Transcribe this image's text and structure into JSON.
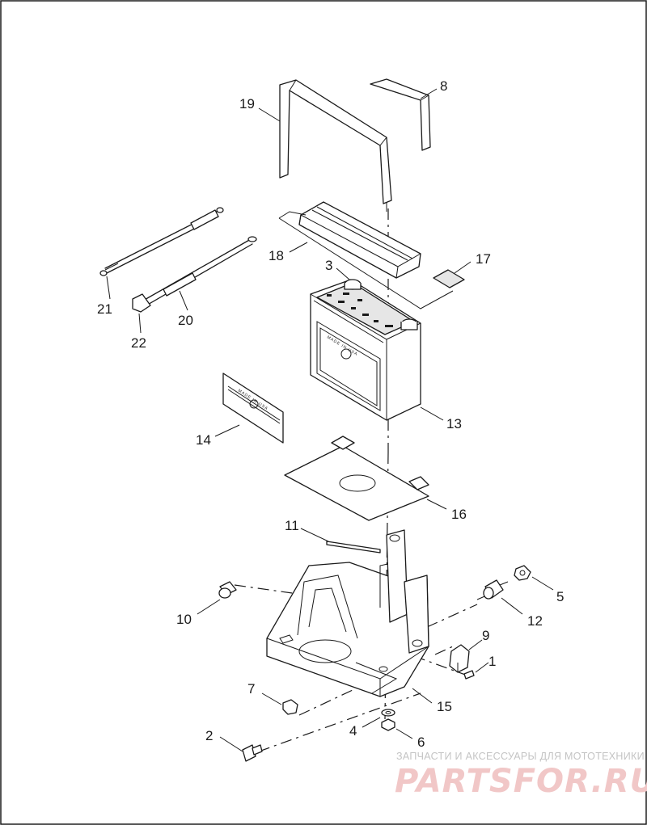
{
  "callouts": [
    "1",
    "2",
    "3",
    "4",
    "5",
    "6",
    "7",
    "8",
    "9",
    "10",
    "11",
    "12",
    "13",
    "14",
    "15",
    "16",
    "17",
    "18",
    "19",
    "20",
    "21",
    "22"
  ],
  "battery_label": "MADE IN USA",
  "decal_label": "MADE IN USA",
  "watermark": {
    "tagline": "ЗАПЧАСТИ И АКСЕССУАРЫ ДЛЯ МОТОТЕХНИКИ",
    "brand": "PARTSFOR.RU"
  },
  "colors": {
    "line": "#1a1a1a",
    "background": "#ffffff",
    "watermark": "#f1c7c7"
  }
}
